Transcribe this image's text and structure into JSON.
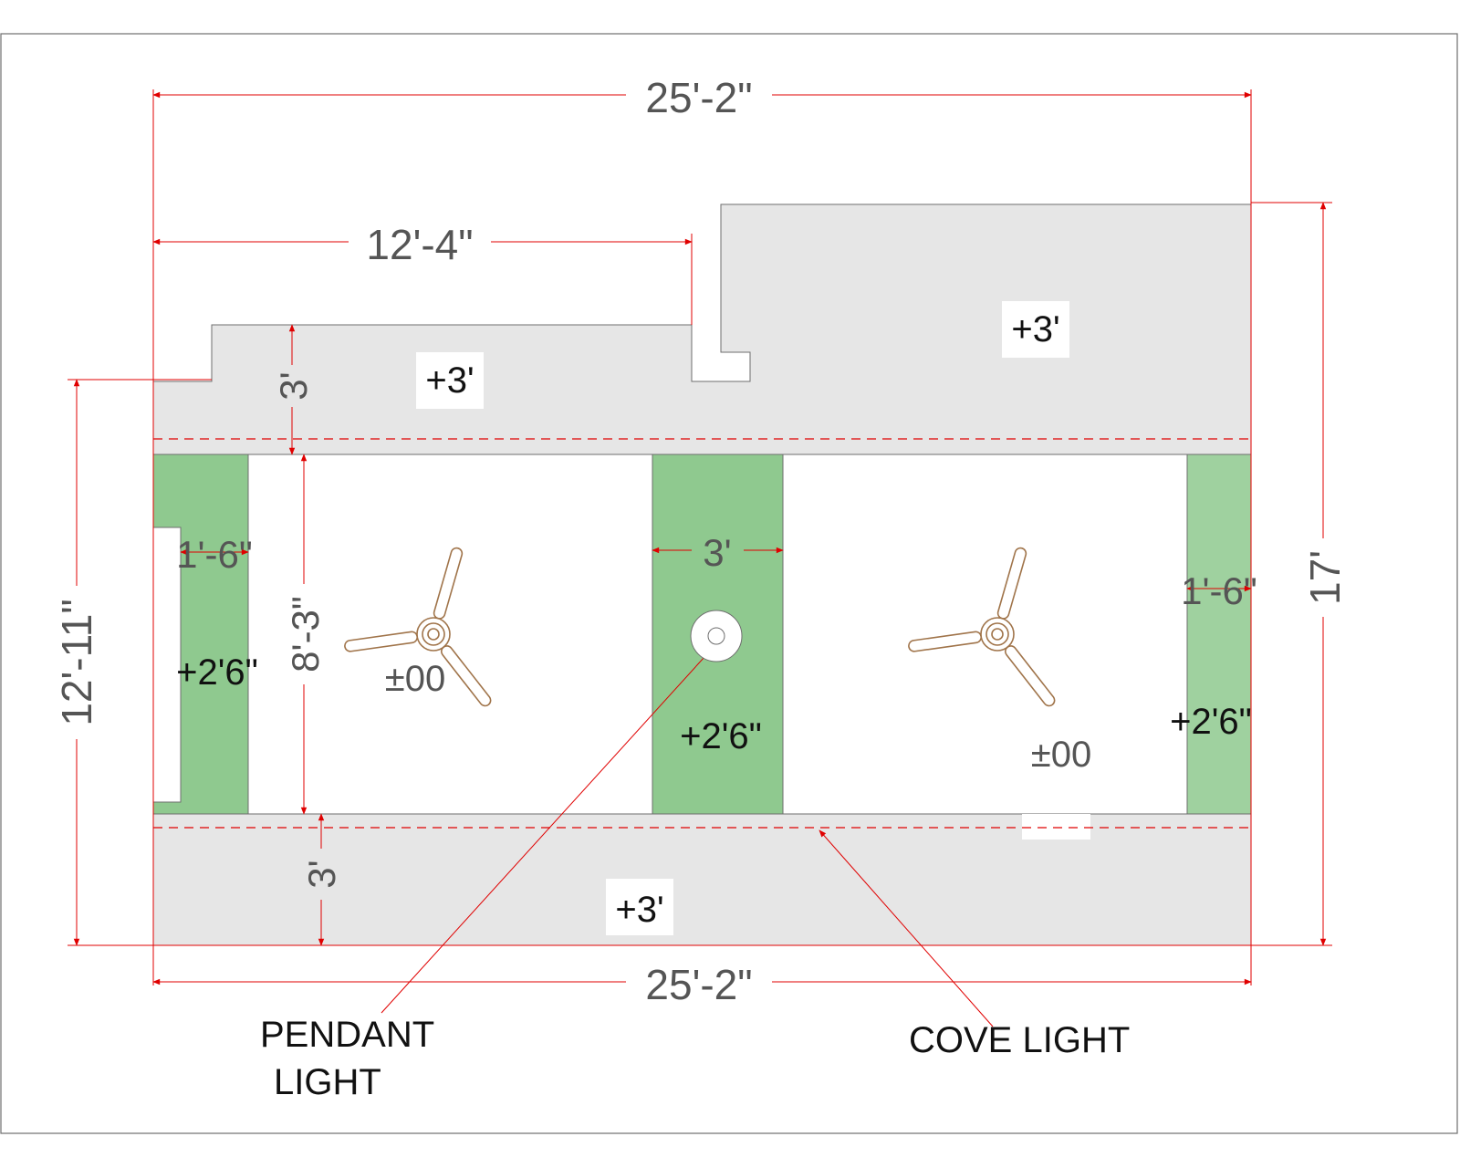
{
  "colors": {
    "frame": "#6e6e6e",
    "dimension_red": "#e00000",
    "ceiling_grey": "#e6e6e6",
    "panel_green": "#8fc98f",
    "fan_brown": "#a0744a",
    "text_grey": "#555555",
    "text_black": "#111111"
  },
  "dimensions": {
    "top_width": "25'-2\"",
    "upper_left_width": "12'-4\"",
    "left_height": "12'-11\"",
    "right_height": "17'",
    "bottom_width": "25'-2\"",
    "top_band_depth": "3'",
    "bottom_band_depth": "3'",
    "room_depth": "8'-3\"",
    "center_panel_width": "3'",
    "left_panel_width": "1'-6\"",
    "right_panel_width": "1'-6\""
  },
  "levels": {
    "top_left": "+3'",
    "top_right": "+3'",
    "bottom": "+3'",
    "left_panel": "+2'6\"",
    "center_panel": "+2'6\"",
    "right_panel": "+2'6\"",
    "left_room": "±00",
    "right_room": "±00"
  },
  "callouts": {
    "pendant_line1": "PENDANT",
    "pendant_line2": "LIGHT",
    "cove": "COVE LIGHT"
  },
  "icons": {
    "left_fan": "ceiling-fan-icon",
    "right_fan": "ceiling-fan-icon",
    "pendant": "pendant-light-icon"
  }
}
